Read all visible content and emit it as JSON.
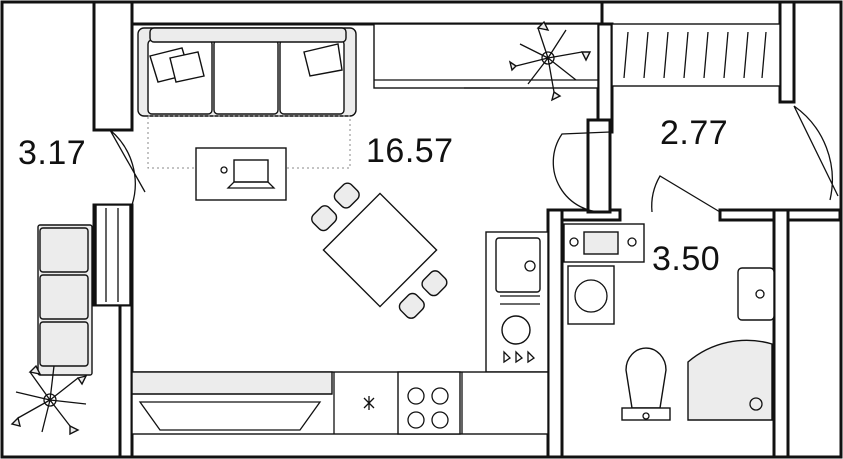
{
  "rooms": [
    {
      "id": "hall",
      "area": "3.17"
    },
    {
      "id": "living-kitchen",
      "area": "16.57"
    },
    {
      "id": "wardrobe",
      "area": "2.77"
    },
    {
      "id": "bathroom",
      "area": "3.50"
    }
  ],
  "colors": {
    "wall": "#111111",
    "furniture_fill": "#ececec",
    "background": "#ffffff"
  }
}
